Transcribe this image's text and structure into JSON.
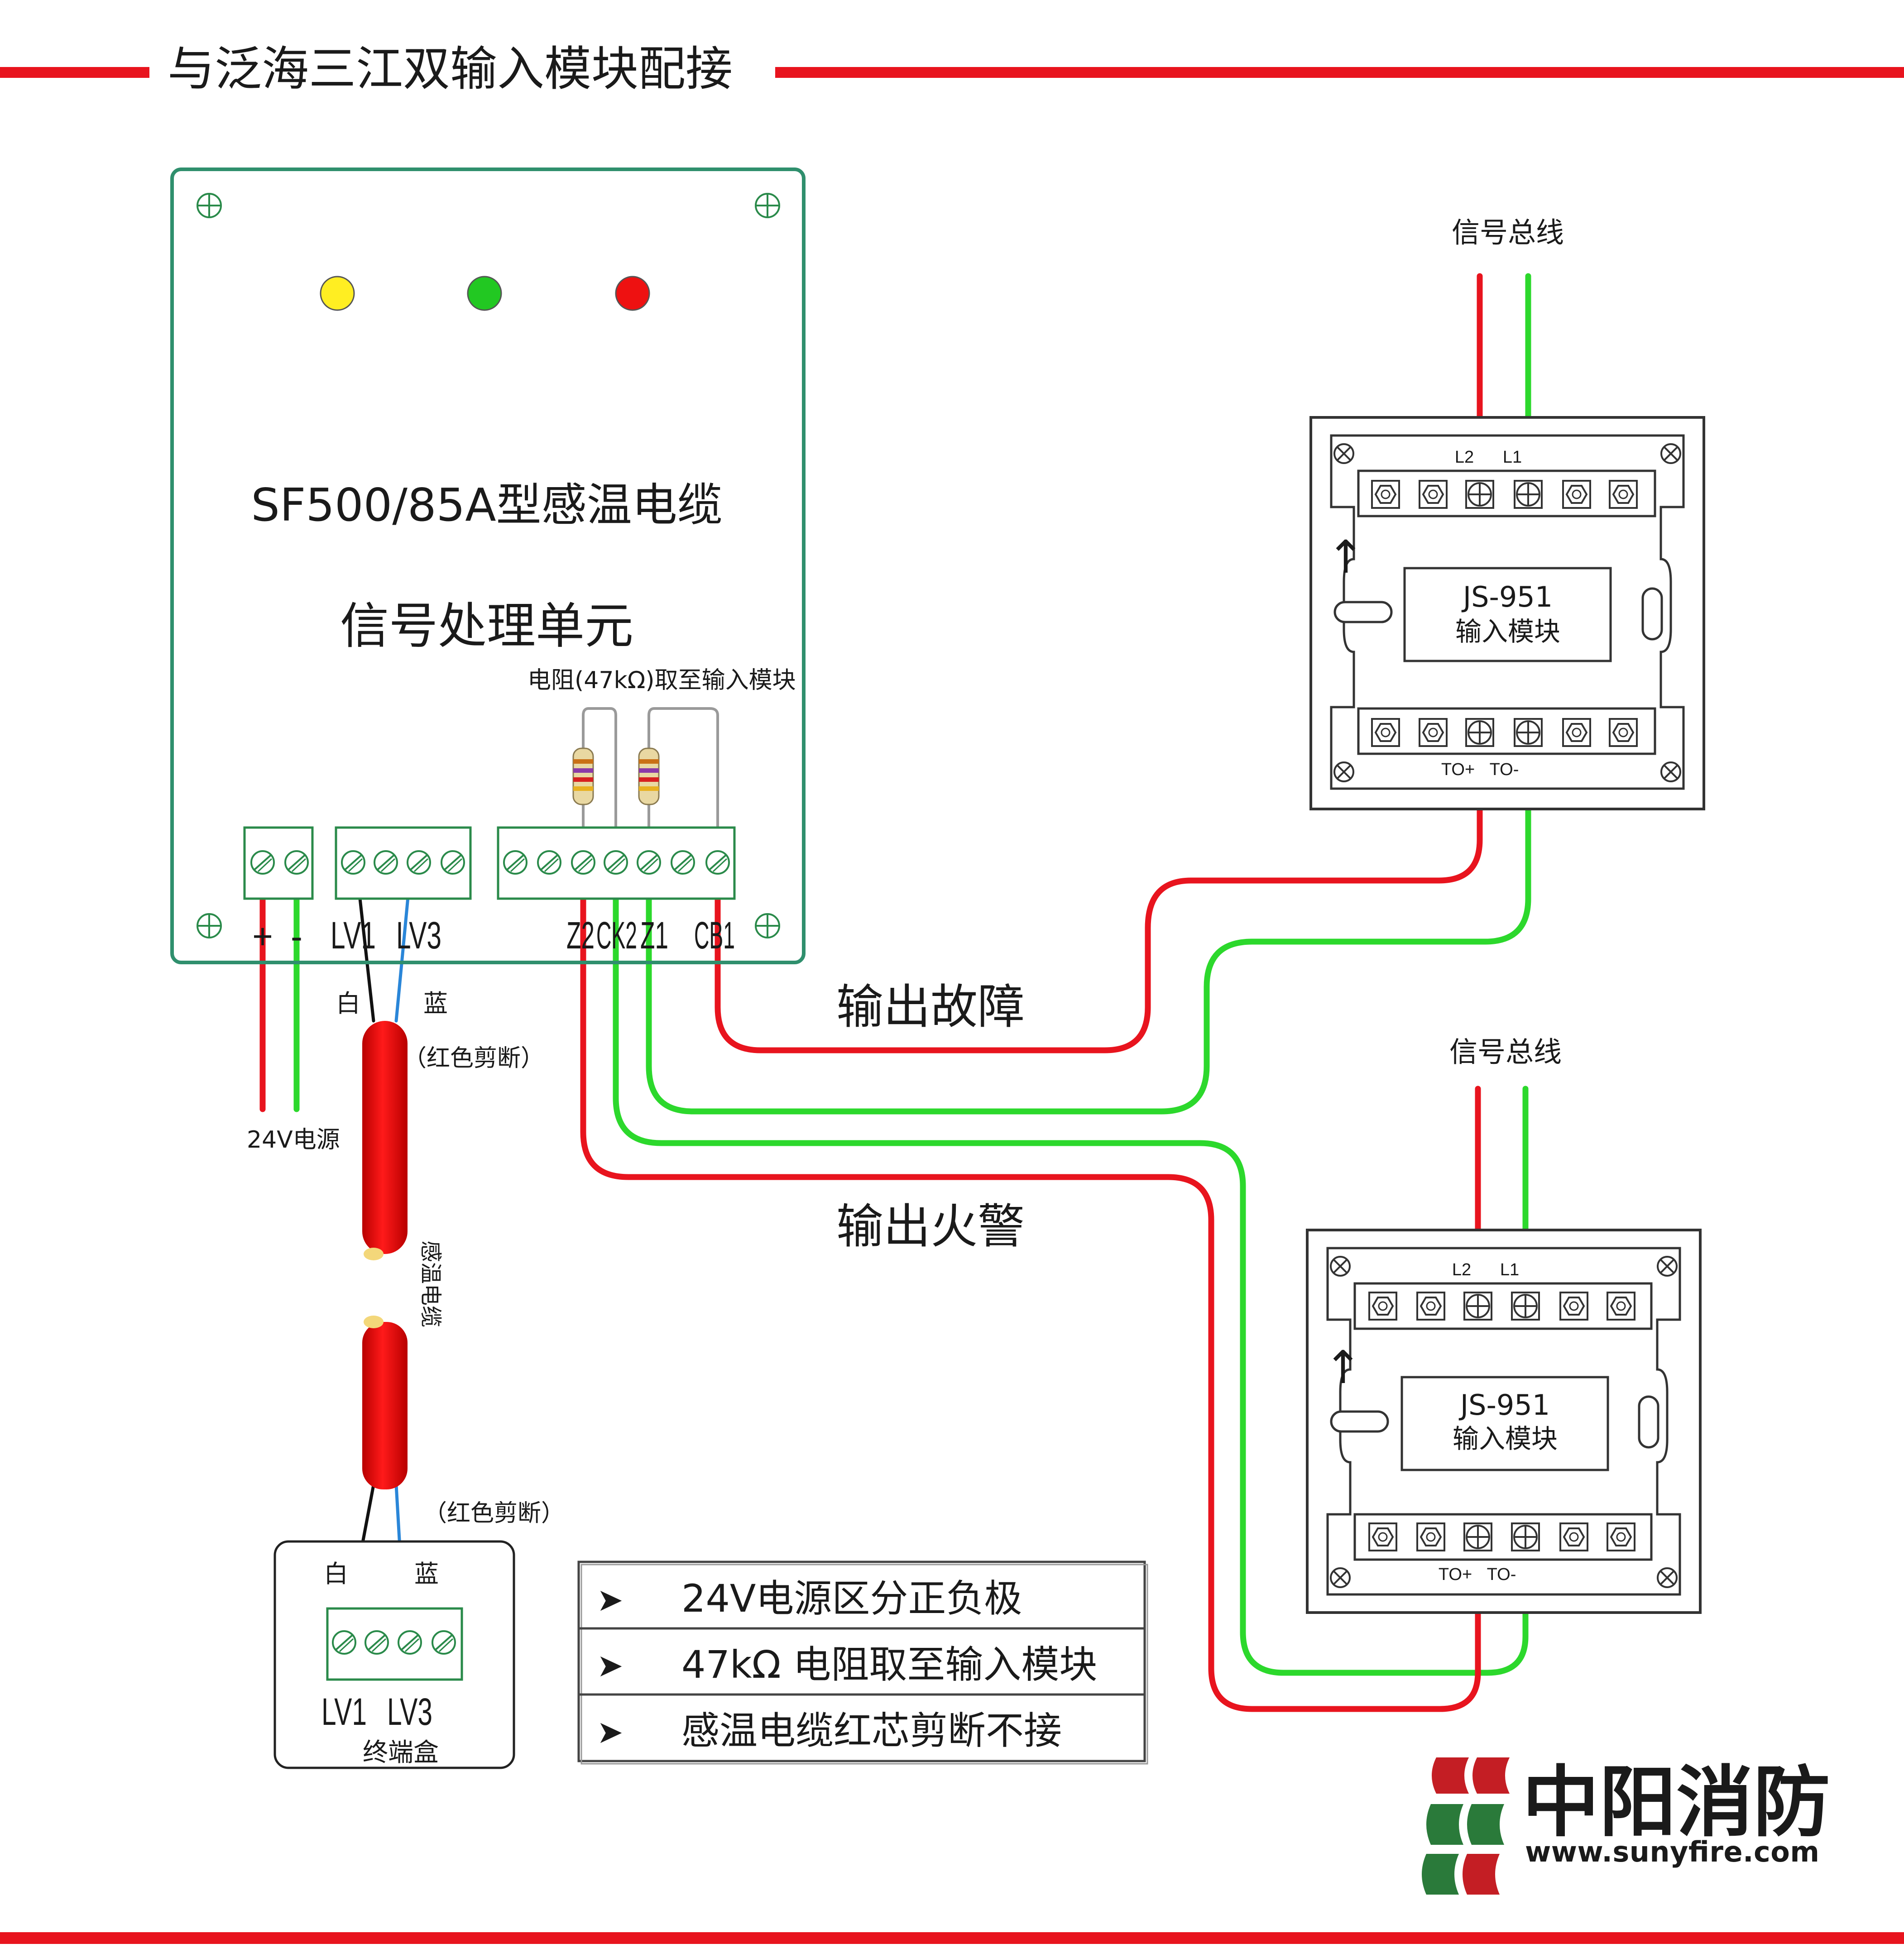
{
  "title": "与泛海三江双输入模块配接",
  "colors": {
    "red": "#e8141e",
    "green": "#2cd82c",
    "blue": "#2a86d8",
    "panel_border": "#2f8f6d",
    "led_yellow": "#ffee22",
    "led_green": "#22c822",
    "led_red": "#ee1111",
    "logo_red": "#c41e24",
    "logo_green": "#2a7a3a"
  },
  "sp_unit": {
    "model": "SF500/85A型感温电缆",
    "name": "信号处理单元",
    "resistor_note": "电阻(47kΩ)取至输入模块",
    "power_terms": [
      "+",
      "-"
    ],
    "cable_terms": [
      "LV1",
      "LV3"
    ],
    "output_terms": [
      "Z2",
      "CK2",
      "Z1",
      "CB1"
    ]
  },
  "power_label": "24V电源",
  "wire_white": "白",
  "wire_blue": "蓝",
  "red_cut_note_1": "（红色剪断）",
  "red_cut_note_2": "（红色剪断）",
  "cable_label": "感温电缆",
  "end_box": {
    "wire_white": "白",
    "wire_blue": "蓝",
    "terms": [
      "LV1",
      "LV3"
    ],
    "label": "终端盒"
  },
  "bus_label_1": "信号总线",
  "bus_label_2": "信号总线",
  "module_1": {
    "model": "JS-951",
    "name": "输入模块",
    "top_terms": [
      "L2",
      "L1"
    ],
    "bottom_terms": [
      "TO+",
      "TO-"
    ]
  },
  "module_2": {
    "model": "JS-951",
    "name": "输入模块",
    "top_terms": [
      "L2",
      "L1"
    ],
    "bottom_terms": [
      "TO+",
      "TO-"
    ]
  },
  "output_fault": "输出故障",
  "output_fire": "输出火警",
  "notes": [
    "24V电源区分正负极",
    "47kΩ 电阻取至输入模块",
    "感温电缆红芯剪断不接"
  ],
  "logo": {
    "name": "中阳消防",
    "url": "www.sunyfire.com"
  }
}
